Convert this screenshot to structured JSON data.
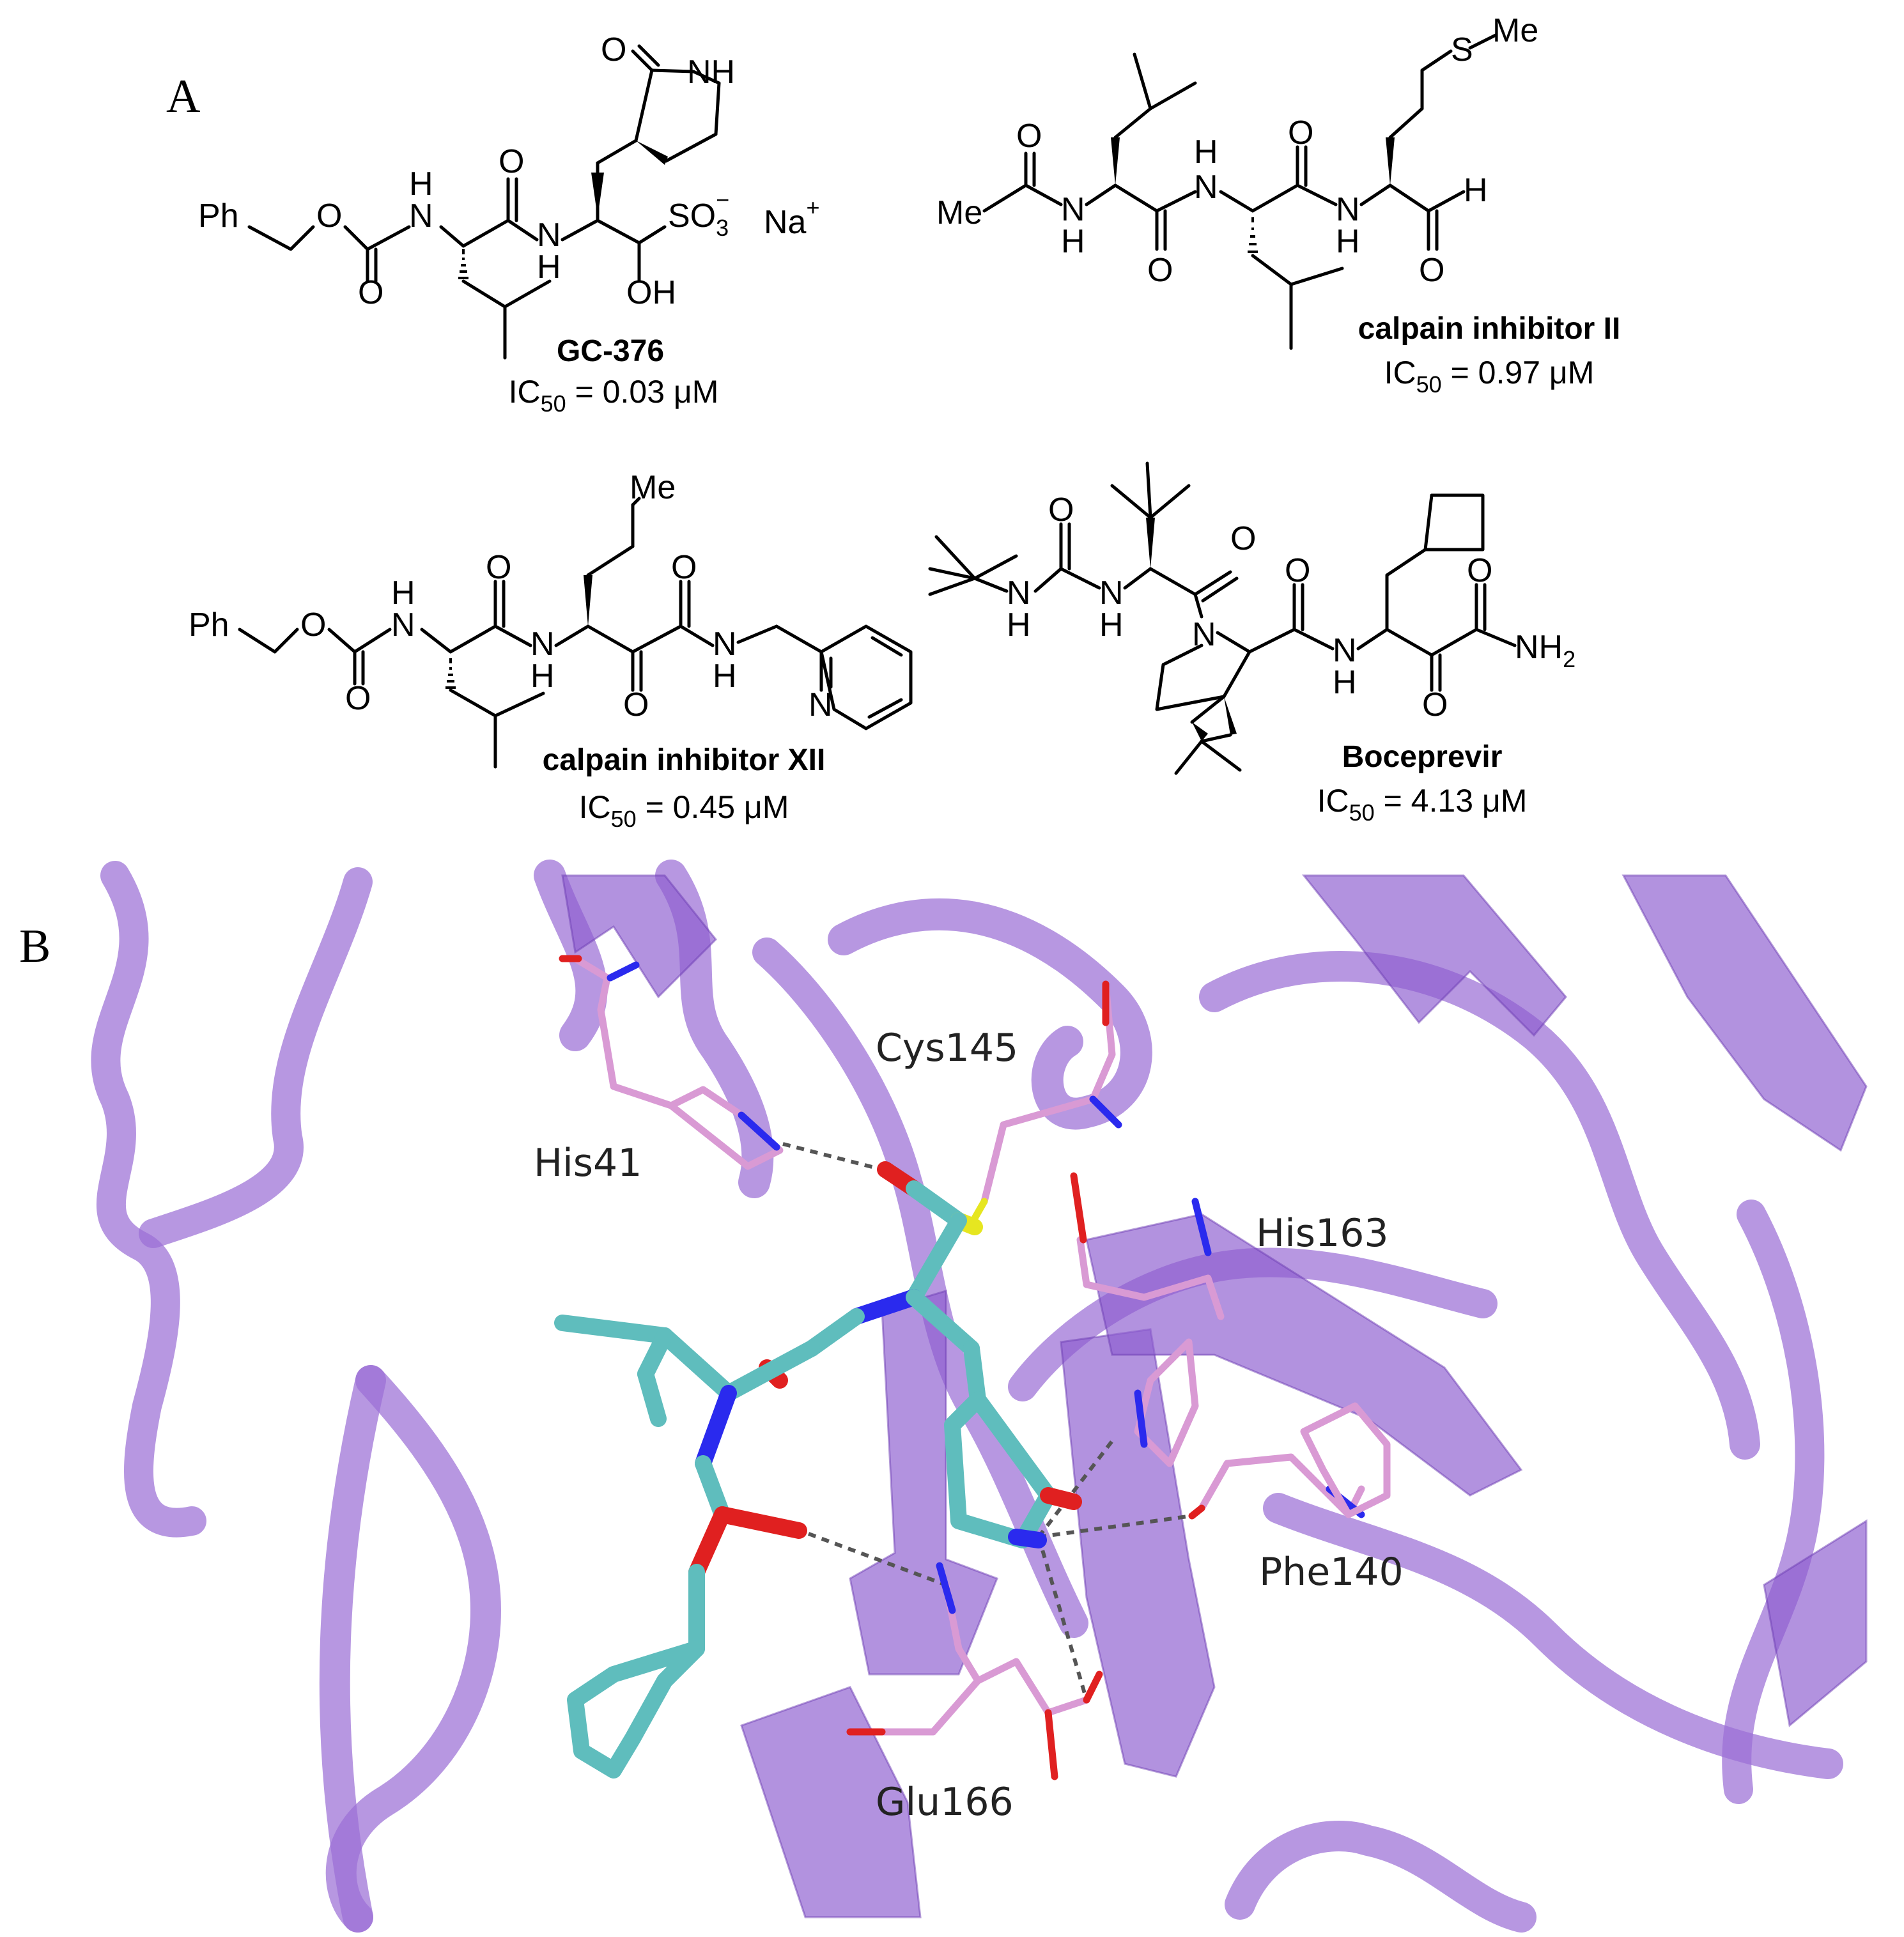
{
  "panels": {
    "a": "A",
    "b": "B"
  },
  "compounds": [
    {
      "name": "GC-376",
      "ic50_prefix": "IC",
      "ic50_sub": "50",
      "ic50_value": "= 0.03 μM"
    },
    {
      "name": "calpain inhibitor II",
      "ic50_prefix": "IC",
      "ic50_sub": "50",
      "ic50_value": "= 0.97 μM"
    },
    {
      "name": "calpain inhibitor XII",
      "ic50_prefix": "IC",
      "ic50_sub": "50",
      "ic50_value": "= 0.45 μM"
    },
    {
      "name": "Boceprevir",
      "ic50_prefix": "IC",
      "ic50_sub": "50",
      "ic50_value": "= 4.13 μM"
    }
  ],
  "atom_labels": {
    "ph": "Ph",
    "o": "O",
    "n": "N",
    "h": "H",
    "nh": "NH",
    "oh": "OH",
    "so3": "SO",
    "so3_sub": "3",
    "so3_sup": "−",
    "na": "Na",
    "na_sup": "+",
    "me": "Me",
    "s": "S",
    "nh2": "NH",
    "nh2_sub": "2"
  },
  "residues": [
    "His41",
    "Cys145",
    "His163",
    "Phe140",
    "Glu166"
  ],
  "colors": {
    "ribbon": "#9b6fd6",
    "ligand_carbon": "#5fbdbd",
    "residue_carbon": "#d99ad4",
    "oxygen": "#e02020",
    "nitrogen": "#2a2aee",
    "sulfur": "#e6e620",
    "hbond": "#555555"
  }
}
